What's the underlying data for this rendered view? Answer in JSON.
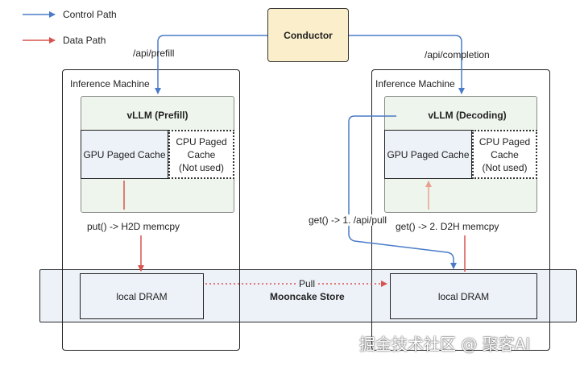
{
  "legend": {
    "control": "Control Path",
    "data": "Data Path"
  },
  "conductor": "Conductor",
  "api": {
    "prefill": "/api/prefill",
    "completion": "/api/completion"
  },
  "machines": {
    "left": {
      "title": "Inference Machine",
      "vllm": "vLLM (Prefill)",
      "gpu_cache": "GPU Paged Cache",
      "cpu_cache": [
        "CPU Paged",
        "Cache",
        "(Not used)"
      ],
      "op": "put() -> H2D memcpy",
      "dram": "local DRAM"
    },
    "right": {
      "title": "Inference Machine",
      "vllm": "vLLM (Decoding)",
      "gpu_cache": "GPU Paged Cache",
      "cpu_cache": [
        "CPU Paged",
        "Cache",
        "(Not used)"
      ],
      "op1": "get() -> 1. /api/pull",
      "op2": "get() -> 2. D2H memcpy",
      "dram": "local DRAM"
    }
  },
  "store": {
    "name": "Mooncake Store",
    "pull": "Pull"
  },
  "watermark": "掘金技术社区 @ 聚客AI",
  "colors": {
    "control": "#4a7bc8",
    "data": "#d9534f",
    "conductor_bg": "#fbeecb",
    "vllm_bg": "#eef5ec",
    "store_bg": "#edf1f8",
    "light_data": "#e8a090"
  }
}
